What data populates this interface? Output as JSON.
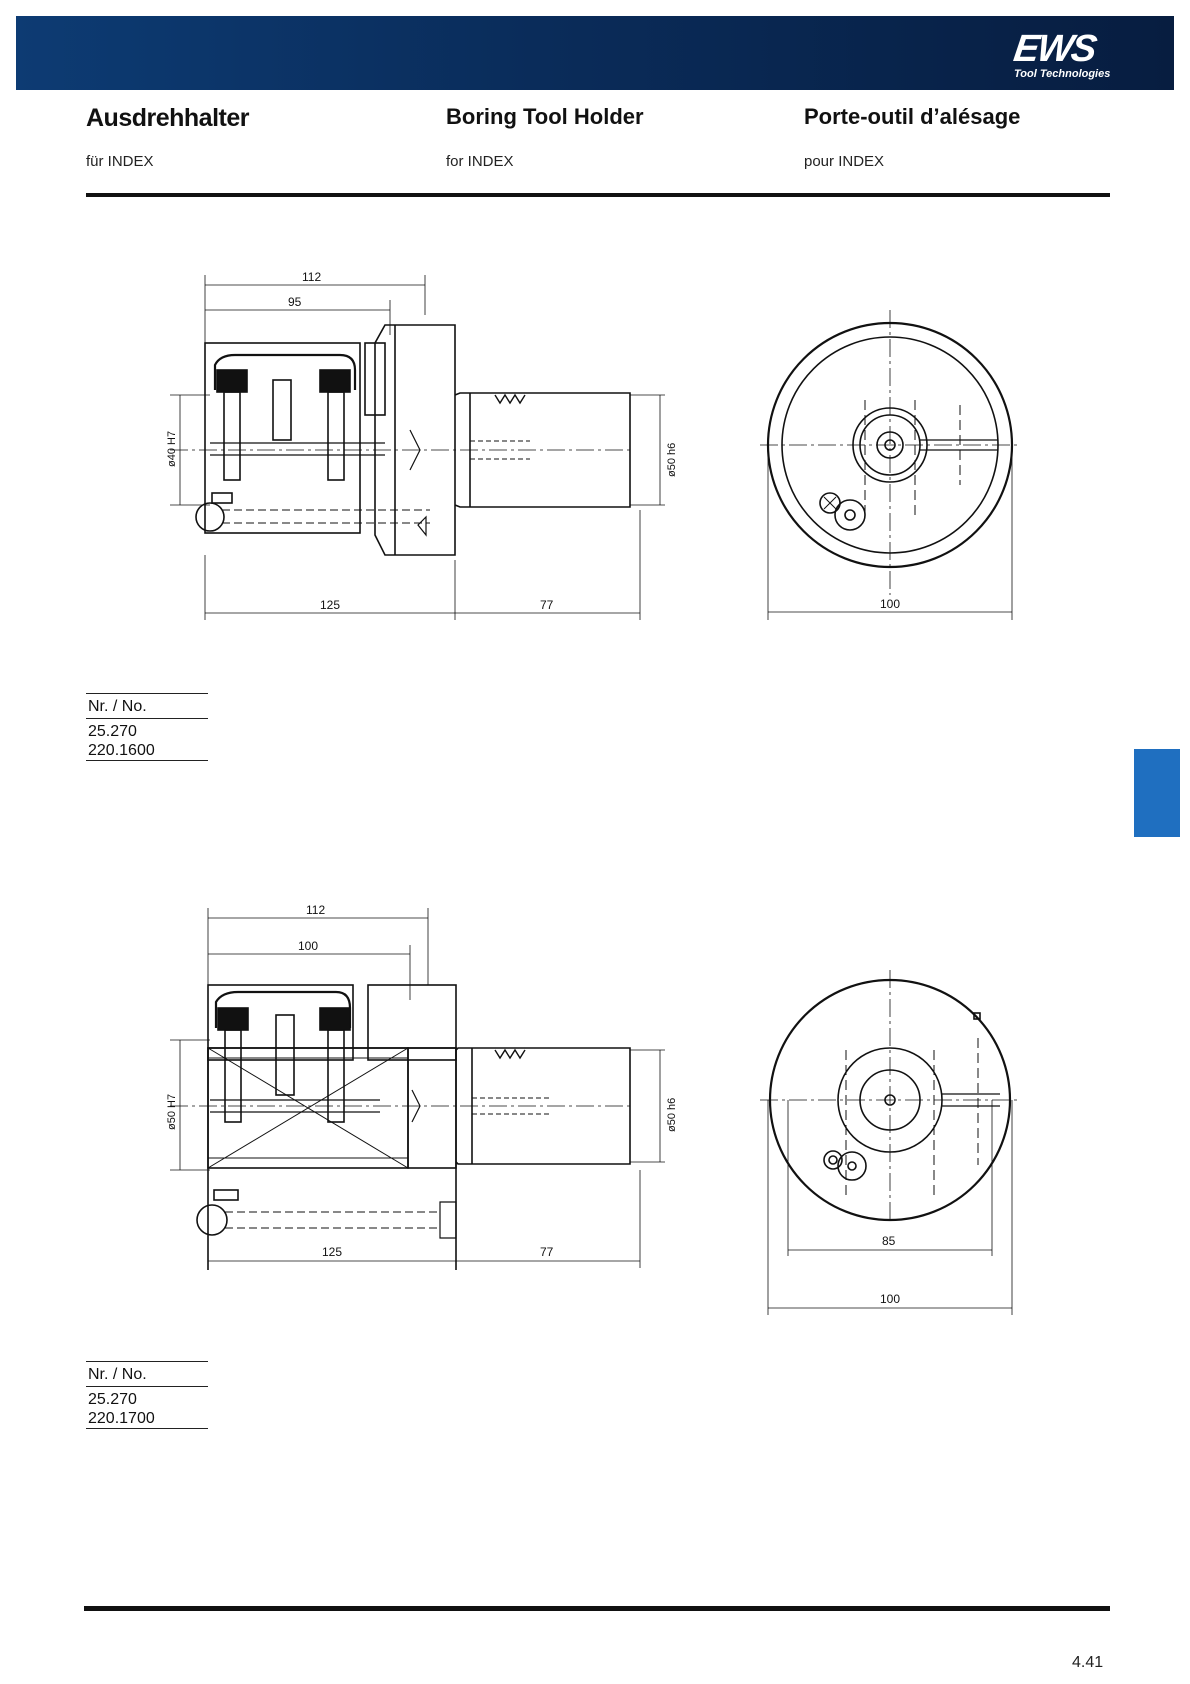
{
  "header": {
    "brand": "EWS",
    "brand_sub": "Tool Technologies",
    "banner_color": "#0a2c5a"
  },
  "titles": {
    "de": "Ausdrehhalter",
    "en": "Boring Tool Holder",
    "fr": "Porte-outil d’alésage"
  },
  "subtitles": {
    "de": "für INDEX",
    "en": "for INDEX",
    "fr": "pour INDEX"
  },
  "drawing1": {
    "dim_top_total": "112",
    "dim_top_inner": "95",
    "dim_bore": "ø40 H7",
    "dim_shank": "ø50 h6",
    "dim_bottom_left": "125",
    "dim_bottom_right": "77",
    "front_dim": "100"
  },
  "drawing2": {
    "dim_top_total": "112",
    "dim_top_inner": "100",
    "dim_bore": "ø50 H7",
    "dim_shank": "ø50 h6",
    "dim_bottom_left": "125",
    "dim_bottom_right": "77",
    "front_dim_inner": "85",
    "front_dim": "100"
  },
  "part1": {
    "header": "Nr. / No.",
    "values": [
      "25.270",
      "220.1600"
    ]
  },
  "part2": {
    "header": "Nr. / No.",
    "values": [
      "25.270",
      "220.1700"
    ]
  },
  "side_tab_color": "#1f6fc0",
  "page_number": "4.41"
}
